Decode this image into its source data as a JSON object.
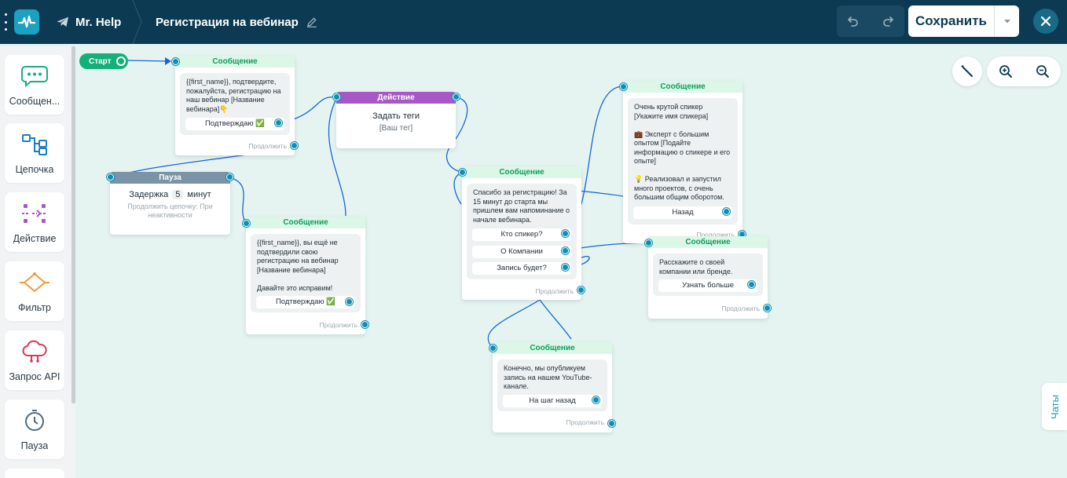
{
  "header": {
    "bot_name": "Mr. Help",
    "flow_title": "Регистрация на вебинар",
    "save_label": "Сохранить"
  },
  "sidebar": {
    "items": [
      {
        "label": "Сообщен...",
        "icon": "chat-bubble-icon"
      },
      {
        "label": "Цепочка",
        "icon": "chain-icon"
      },
      {
        "label": "Действие",
        "icon": "action-icon"
      },
      {
        "label": "Фильтр",
        "icon": "filter-icon"
      },
      {
        "label": "Запрос API",
        "icon": "cloud-api-icon"
      },
      {
        "label": "Пауза",
        "icon": "clock-icon"
      }
    ]
  },
  "canvas": {
    "start_label": "Старт",
    "continue_label": "Продолжить",
    "chats_label": "Чаты",
    "nodes": {
      "msg1": {
        "header": "Сообщение",
        "text": "{{first_name}}, подтвердите,\nпожалуйста, регистрацию на\nнаш вебинар [Название\nвебинара]👇",
        "buttons": [
          "Подтверждаю ✅"
        ]
      },
      "action": {
        "header": "Действие",
        "title": "Задать теги",
        "tag": "[Ваш тег]"
      },
      "pause": {
        "header": "Пауза",
        "delay_prefix": "Задержка",
        "delay_value": "5",
        "delay_unit": "минут",
        "note": "Продолжить цепочку: При\nнеактивности"
      },
      "msg2": {
        "header": "Сообщение",
        "text": "{{first_name}}, вы ещё не\nподтвердили свою\nрегистрацию на вебинар\n[Название вебинара]\n\nДавайте это исправим!",
        "buttons": [
          "Подтверждаю ✅"
        ]
      },
      "msg3": {
        "header": "Сообщение",
        "text": "Спасибо за регистрацию! За\n15 минут до старта мы\nпришлем вам напоминание о\nначале вебинара.",
        "buttons": [
          "Кто спикер?",
          "О Компании",
          "Запись будет?"
        ]
      },
      "msg4": {
        "header": "Сообщение",
        "text": "Очень крутой спикер\n[Укажите имя спикера]\n\n💼 Эксперт с большим\nопытом [Подайте\nинформацию о спикере и его\nопыте]\n\n💡 Реализовал и запустил\nмного проектов, с очень\nбольшим общим оборотом.",
        "buttons": [
          "Назад"
        ]
      },
      "msg5": {
        "header": "Сообщение",
        "text": "Расскажите о своей\nкомпании или бренде.",
        "buttons": [
          "Узнать больше"
        ]
      },
      "msg6": {
        "header": "Сообщение",
        "text": "Конечно, мы опубликуем\nзапись на нашем YouTube-\nканале.",
        "buttons": [
          "На шаг назад"
        ]
      }
    }
  },
  "colors": {
    "topbar": "#0c3a52",
    "canvas": "#e6f4f1",
    "message_header": "#dcf7e8",
    "action_header": "#a857c6",
    "pause_header": "#7a93a6",
    "link": "#1565d8",
    "port": "#0d8fb2",
    "start": "#14b07a"
  }
}
